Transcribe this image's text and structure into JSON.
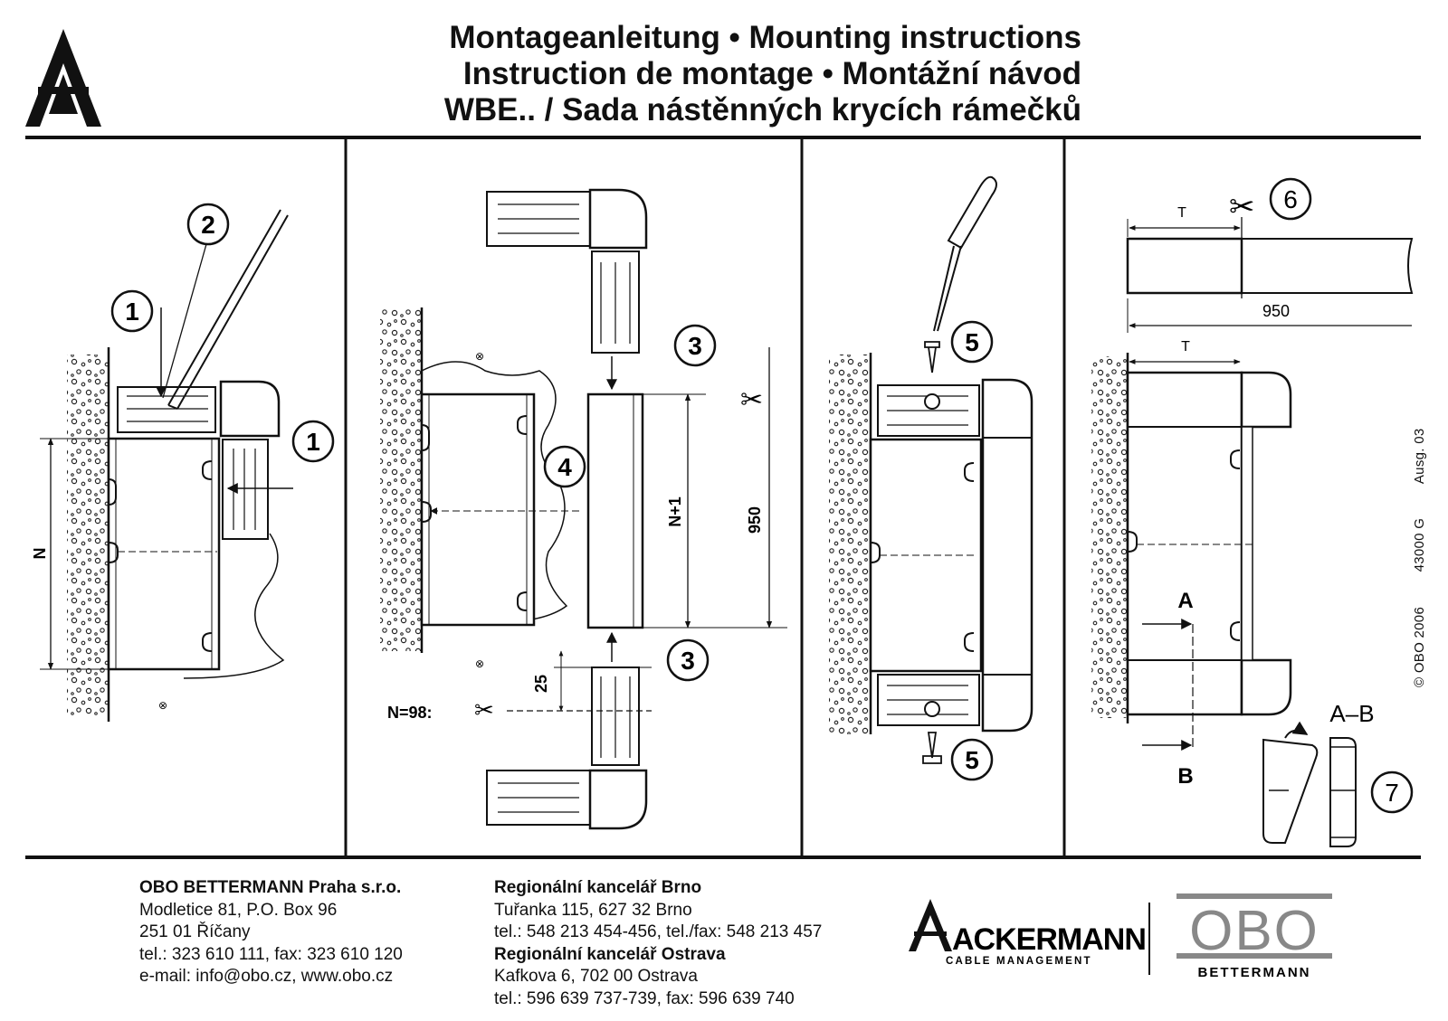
{
  "header": {
    "title_lines": [
      "Montageanleitung • Mounting instructions",
      "Instruction de montage • Montážní návod",
      "WBE.. / Sada nástěnných  krycích rámečků"
    ]
  },
  "diagram": {
    "step_markers": [
      "1",
      "2",
      "1",
      "3",
      "4",
      "3",
      "5",
      "5",
      "6",
      "7"
    ],
    "dimensions": {
      "n": "N",
      "n_plus_1": "N+1",
      "length_950": "950",
      "length_950_top": "950",
      "offset_25": "25",
      "n98": "N=98:",
      "t_top": "T",
      "t_bottom": "T",
      "section_a": "A",
      "section_b": "B",
      "section_ab": "A–B"
    }
  },
  "side_info": {
    "copyright": "© OBO 2006",
    "doc_code": "43000 G",
    "edition": "Ausg. 03"
  },
  "footer": {
    "company": {
      "name": "OBO BETTERMANN Praha s.r.o.",
      "lines": [
        "Modletice 81, P.O. Box 96",
        "251 01 Říčany",
        "tel.: 323 610 111, fax: 323 610 120",
        "e-mail: info@obo.cz, www.obo.cz"
      ]
    },
    "office_brno": {
      "name": "Regionální kancelář Brno",
      "lines": [
        "Tuřanka 115, 627 32 Brno",
        "tel.: 548 213 454-456, tel./fax: 548 213 457"
      ]
    },
    "office_ostrava": {
      "name": "Regionální kancelář Ostrava",
      "lines": [
        "Kafkova 6, 702 00 Ostrava",
        "tel.: 596 639 737-739, fax: 596 639 740"
      ]
    }
  },
  "logos": {
    "ackermann_name": "ACKERMANN",
    "ackermann_tagline": "CABLE MANAGEMENT",
    "obo_name": "OBO",
    "obo_tagline": "BETTERMANN"
  }
}
